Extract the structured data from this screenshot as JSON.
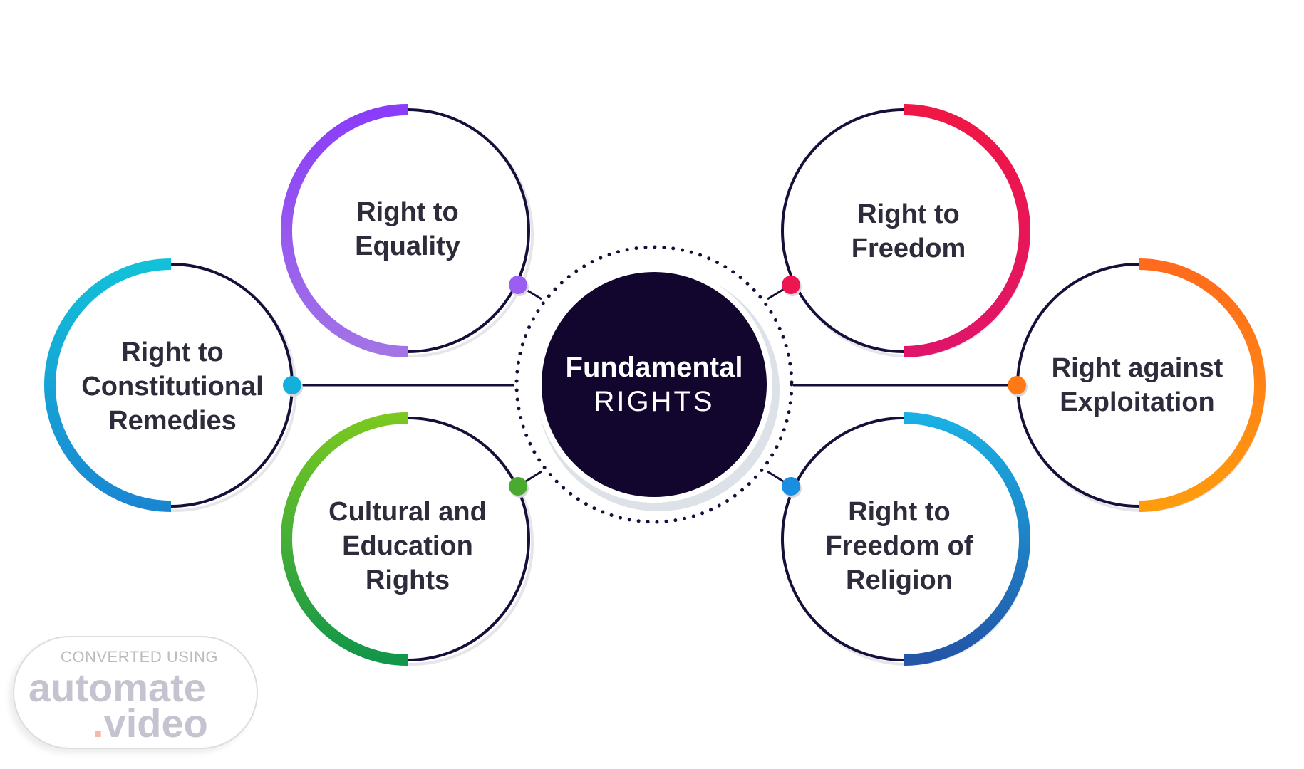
{
  "center": {
    "line1": "Fundamental",
    "line2": "RIGHTS",
    "color": "#12052e"
  },
  "nodes": [
    {
      "id": "equality",
      "lines": [
        "Right to",
        "Equality"
      ],
      "side": "left",
      "colors": [
        "#8a3cf8",
        "#a274e6"
      ],
      "dot": "#9a5ef0"
    },
    {
      "id": "freedom",
      "lines": [
        "Right to",
        "Freedom"
      ],
      "side": "right",
      "colors": [
        "#ef1744",
        "#e0156a"
      ],
      "dot": "#ee1650"
    },
    {
      "id": "constitutional-remedies",
      "lines": [
        "Right to",
        "Constitutional",
        "Remedies"
      ],
      "side": "left",
      "colors": [
        "#12c1d8",
        "#1a86d2"
      ],
      "dot": "#13b0dc"
    },
    {
      "id": "exploitation",
      "lines": [
        "Right against",
        "Exploitation"
      ],
      "side": "right",
      "colors": [
        "#ff6a1c",
        "#ff9c0e"
      ],
      "dot": "#ff7a14"
    },
    {
      "id": "cultural-education",
      "lines": [
        "Cultural and",
        "Education",
        "Rights"
      ],
      "side": "left",
      "colors": [
        "#7ac820",
        "#12964a"
      ],
      "dot": "#4aaa30"
    },
    {
      "id": "freedom-of-religion",
      "lines": [
        "Right to",
        "Freedom of",
        "Religion"
      ],
      "side": "right",
      "colors": [
        "#1ab0e4",
        "#2355a8"
      ],
      "dot": "#1a8ee0"
    }
  ],
  "watermark": {
    "line1": "CONVERTED USING",
    "line2": "automate",
    "line3_dot": ".",
    "line3": "video"
  }
}
